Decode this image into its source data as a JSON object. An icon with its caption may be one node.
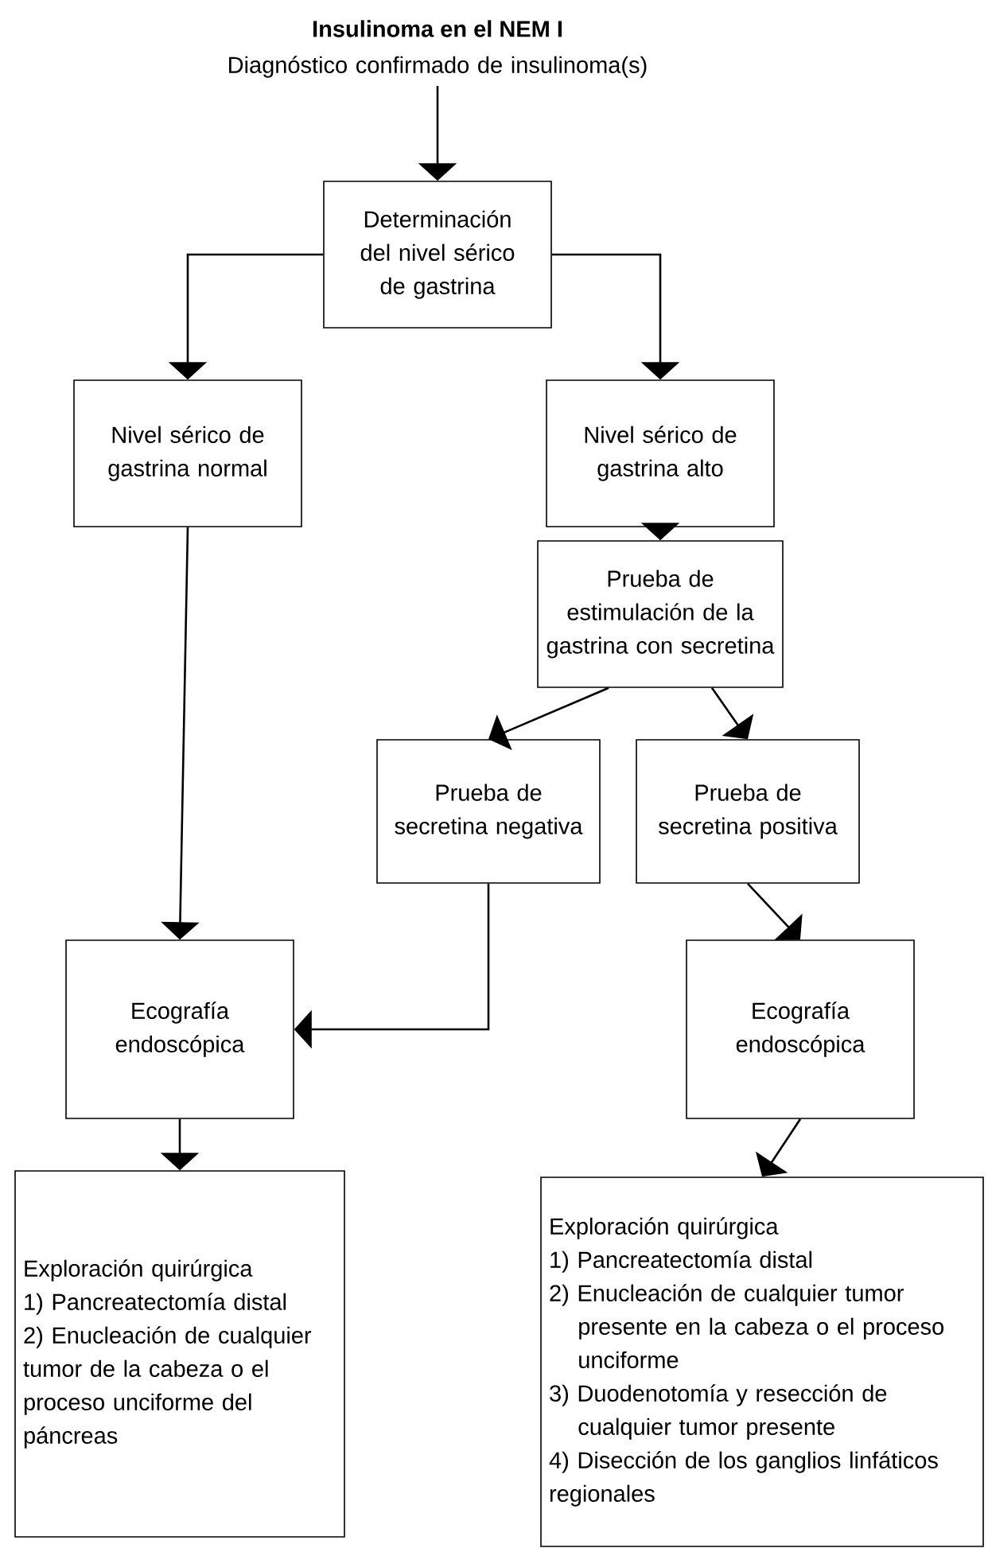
{
  "diagram": {
    "title": "Insulinoma en el NEM I",
    "nodes": [
      {
        "text": [
          "Diagnóstico confirmado de insulinoma(s)"
        ]
      },
      {
        "text": [
          "Determinación del nivel sérico de gastrina"
        ]
      },
      {
        "text": [
          "Nivel sérico de gastrina normal"
        ]
      },
      {
        "text": [
          "Nivel sérico de gastrina alto"
        ]
      },
      {
        "text": [
          "Prueba de estimulación de la gastrina con secretina"
        ]
      },
      {
        "text": [
          "Prueba de secretina negativa"
        ]
      },
      {
        "text": [
          "Prueba de secretina positiva"
        ]
      },
      {
        "text": [
          "Ecografía endoscópica"
        ]
      },
      {
        "text": [
          "Ecografía endoscópica"
        ]
      },
      {
        "text": [
          "Exploración quirúrgica",
          "1) Pancreatectomía distal",
          "2) Enucleación de cualquier tumor de la cabeza o el proceso unciforme del páncreas"
        ]
      },
      {
        "text": [
          "Exploración quirúrgica",
          "1) Pancreatectomía distal",
          "2) Enucleación de cualquier tumor presente en la cabeza o el proceso unciforme",
          "3) Duodenotomía y resección de cualquier tumor presente",
          "4) Disección de los ganglios linfáticos regionales"
        ]
      }
    ],
    "edges": [
      {
        "from": 0,
        "to": 1,
        "arrow": "to"
      },
      {
        "from": 1,
        "to": 2,
        "arrow": "to"
      },
      {
        "from": 1,
        "to": 3,
        "arrow": "to"
      },
      {
        "from": 3,
        "to": 4,
        "arrow": "to"
      },
      {
        "from": 4,
        "to": 5,
        "arrow": "to"
      },
      {
        "from": 4,
        "to": 6,
        "arrow": "to"
      },
      {
        "from": 2,
        "to": 7,
        "arrow": "to"
      },
      {
        "from": 5,
        "to": 7,
        "arrow": "to"
      },
      {
        "from": 6,
        "to": 8,
        "arrow": "to"
      },
      {
        "from": 7,
        "to": 9,
        "arrow": "to"
      },
      {
        "from": 8,
        "to": 10,
        "arrow": "to"
      }
    ]
  }
}
